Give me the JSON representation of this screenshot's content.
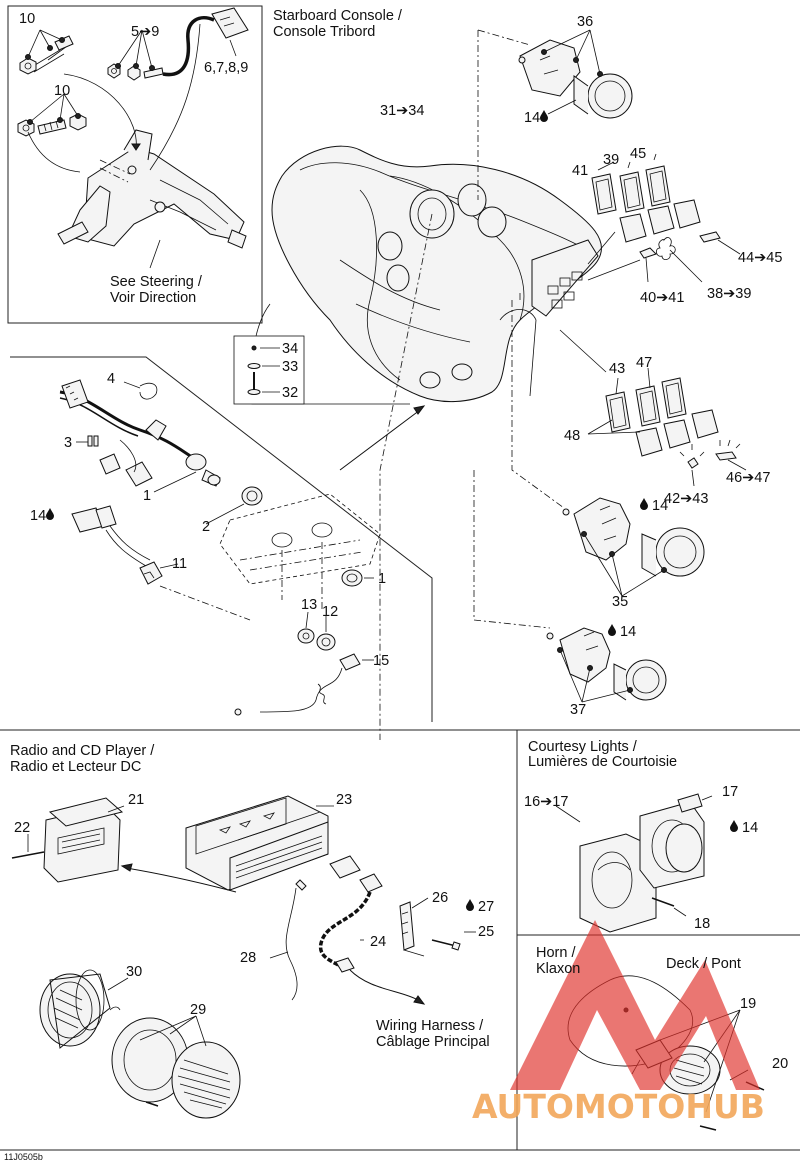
{
  "labels": {
    "starboard": "Starboard Console /",
    "starboard_fr": "Console Tribord",
    "steering": "See  Steering /",
    "steering_fr": "Voir Direction",
    "radio": "Radio and CD Player /",
    "radio_fr": "Radio et Lecteur DC",
    "courtesy": "Courtesy Lights /",
    "courtesy_fr": "Lumières de Courtoisie",
    "horn": "Horn /",
    "horn_fr": "Klaxon",
    "deck": "Deck / Pont",
    "harness": "Wiring Harness /",
    "harness_fr": "Câblage Principal",
    "fig_id": "11J0505b"
  },
  "callouts": {
    "c10a": "10",
    "c59": "5➔9",
    "c6789": "6,7,8,9",
    "c10b": "10",
    "c36": "36",
    "c3134": "31➔34",
    "c14a": "14",
    "c41": "41",
    "c39": "39",
    "c45": "45",
    "c4445": "44➔45",
    "c4041": "40➔41",
    "c3839": "38➔39",
    "c34": "34",
    "c33": "33",
    "c32": "32",
    "c4": "4",
    "c3": "3",
    "c1a": "1",
    "c2": "2",
    "c14b": "14",
    "c11": "11",
    "c1b": "1",
    "c13": "13",
    "c12": "12",
    "c15": "15",
    "c43": "43",
    "c47": "47",
    "c48": "48",
    "c4647": "46➔47",
    "c4243": "42➔43",
    "c14c": "14",
    "c35": "35",
    "c14d": "14",
    "c37": "37",
    "c21": "21",
    "c22": "22",
    "c23": "23",
    "c26": "26",
    "c27": "27",
    "c25": "25",
    "c24": "24",
    "c28": "28",
    "c30": "30",
    "c29": "29",
    "c1617": "16➔17",
    "c17": "17",
    "c14e": "14",
    "c18": "18",
    "c19": "19",
    "c20": "20"
  },
  "watermark": {
    "text": "AUTOMOTOHUB",
    "color": "#f2a65a",
    "logo_color": "#e0312a"
  }
}
